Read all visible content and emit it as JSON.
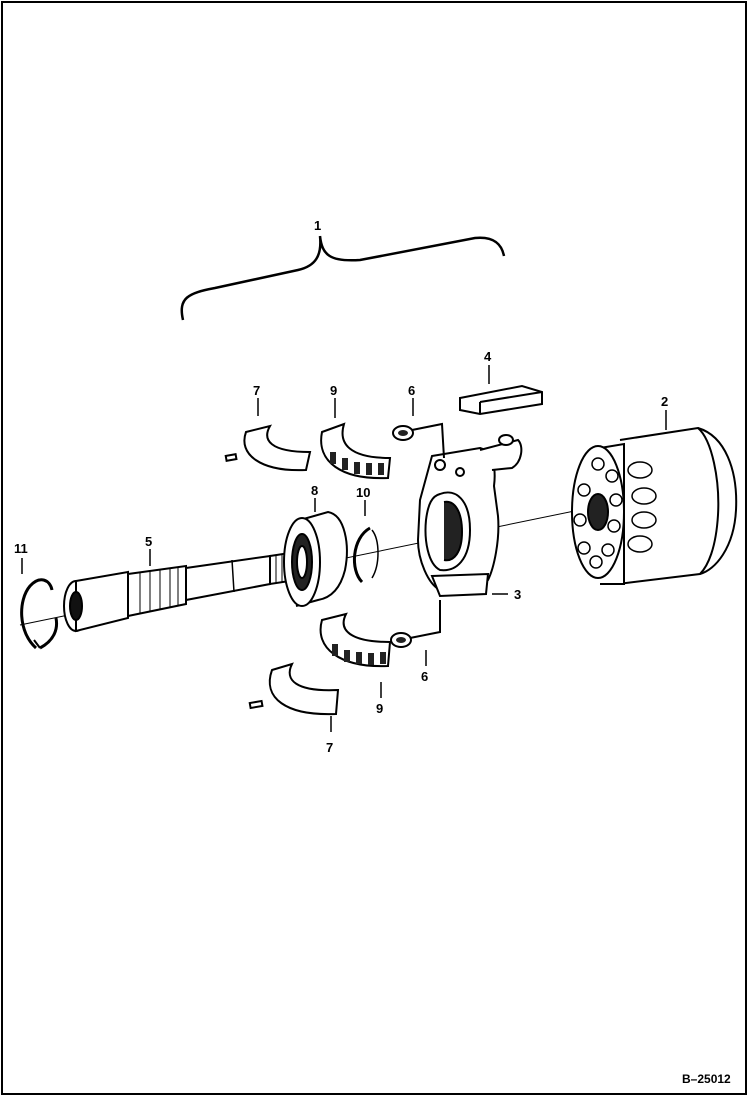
{
  "diagram": {
    "callouts": [
      {
        "id": "c1",
        "label": "1"
      },
      {
        "id": "c2",
        "label": "2"
      },
      {
        "id": "c3",
        "label": "3"
      },
      {
        "id": "c4",
        "label": "4"
      },
      {
        "id": "c5",
        "label": "5"
      },
      {
        "id": "c6a",
        "label": "6"
      },
      {
        "id": "c6b",
        "label": "6"
      },
      {
        "id": "c7a",
        "label": "7"
      },
      {
        "id": "c7b",
        "label": "7"
      },
      {
        "id": "c8",
        "label": "8"
      },
      {
        "id": "c9a",
        "label": "9"
      },
      {
        "id": "c9b",
        "label": "9"
      },
      {
        "id": "c10",
        "label": "10"
      },
      {
        "id": "c11",
        "label": "11"
      }
    ],
    "figure_number": "B–25012"
  }
}
